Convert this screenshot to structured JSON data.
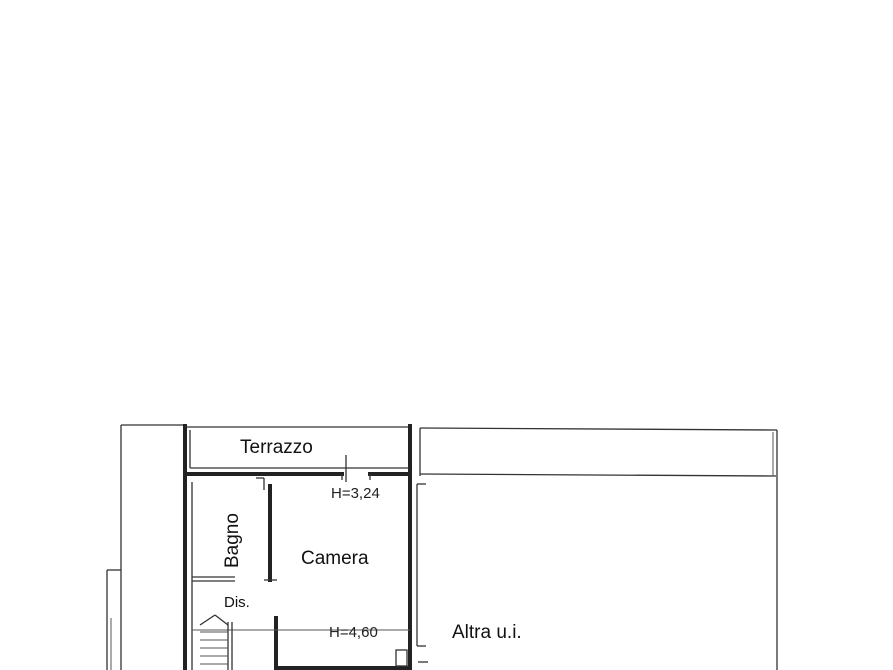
{
  "rooms": {
    "terrazzo": "Terrazzo",
    "bagno": "Bagno",
    "camera": "Camera",
    "dis": "Dis.",
    "altra_ui": "Altra u.i."
  },
  "heights": {
    "top": "H=3,24",
    "bottom": "H=4,60"
  }
}
